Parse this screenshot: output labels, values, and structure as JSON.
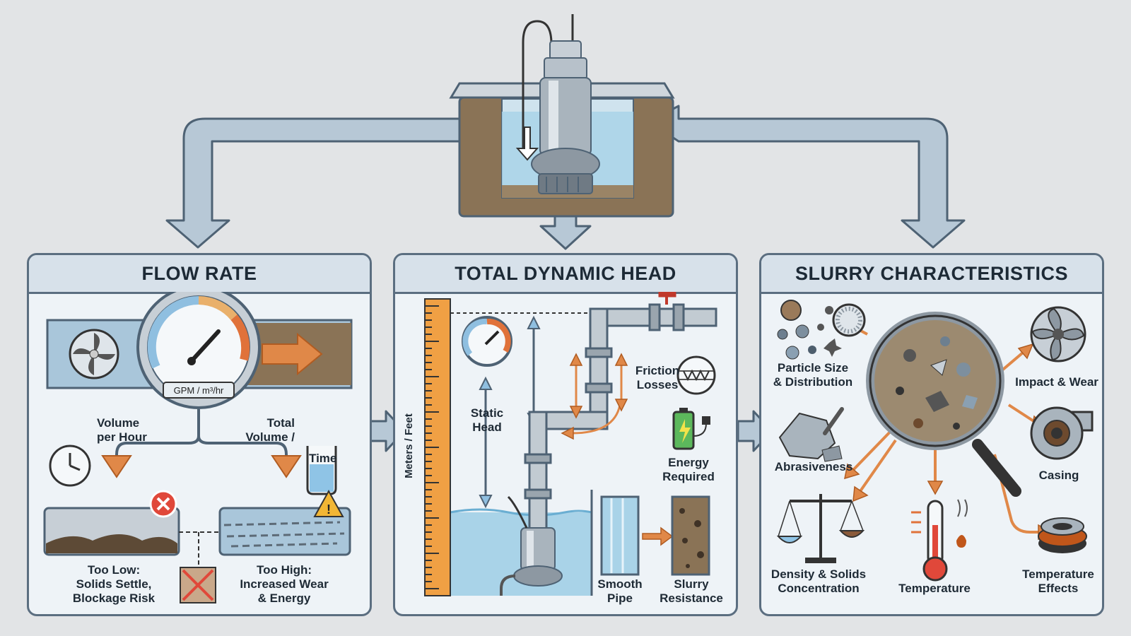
{
  "panels": {
    "flow_rate": {
      "title": "FLOW RATE",
      "gauge_unit": "GPM / m³/hr",
      "volume_per_hour": [
        "Volume",
        "per Hour"
      ],
      "total_volume_time": [
        "Total",
        "Volume /",
        "Time"
      ],
      "too_low": [
        "Too Low:",
        "Solids Settle,",
        "Blockage Risk"
      ],
      "too_high": [
        "Too High:",
        "Increased Wear",
        "& Energy"
      ]
    },
    "tdh": {
      "title": "TOTAL DYNAMIC HEAD",
      "axis_label": "Meters / Feet",
      "static_head": [
        "Static",
        "Head"
      ],
      "friction_losses": [
        "Friction",
        "Losses"
      ],
      "energy_required": [
        "Energy",
        "Required"
      ],
      "smooth_pipe": [
        "Smooth",
        "Pipe"
      ],
      "slurry_resistance": [
        "Slurry",
        "Resistance"
      ]
    },
    "slurry": {
      "title": "SLURRY CHARACTERISTICS",
      "particle_size": [
        "Particle Size",
        "& Distribution"
      ],
      "abrasiveness": "Abrasiveness",
      "density": [
        "Density & Solids",
        "Concentration"
      ],
      "temperature": "Temperature",
      "impact_wear": "Impact & Wear",
      "casing": "Casing",
      "temperature_effects": [
        "Temperature",
        "Effects"
      ]
    }
  },
  "colors": {
    "panel_border": "#5b6e80",
    "panel_bg": "#eef3f7",
    "arrow_fill": "#b7c8d6",
    "orange_arrow": "#e08848",
    "water": "#a9d3e8",
    "soil": "#8a7356",
    "steel": "#a9b4bd"
  }
}
